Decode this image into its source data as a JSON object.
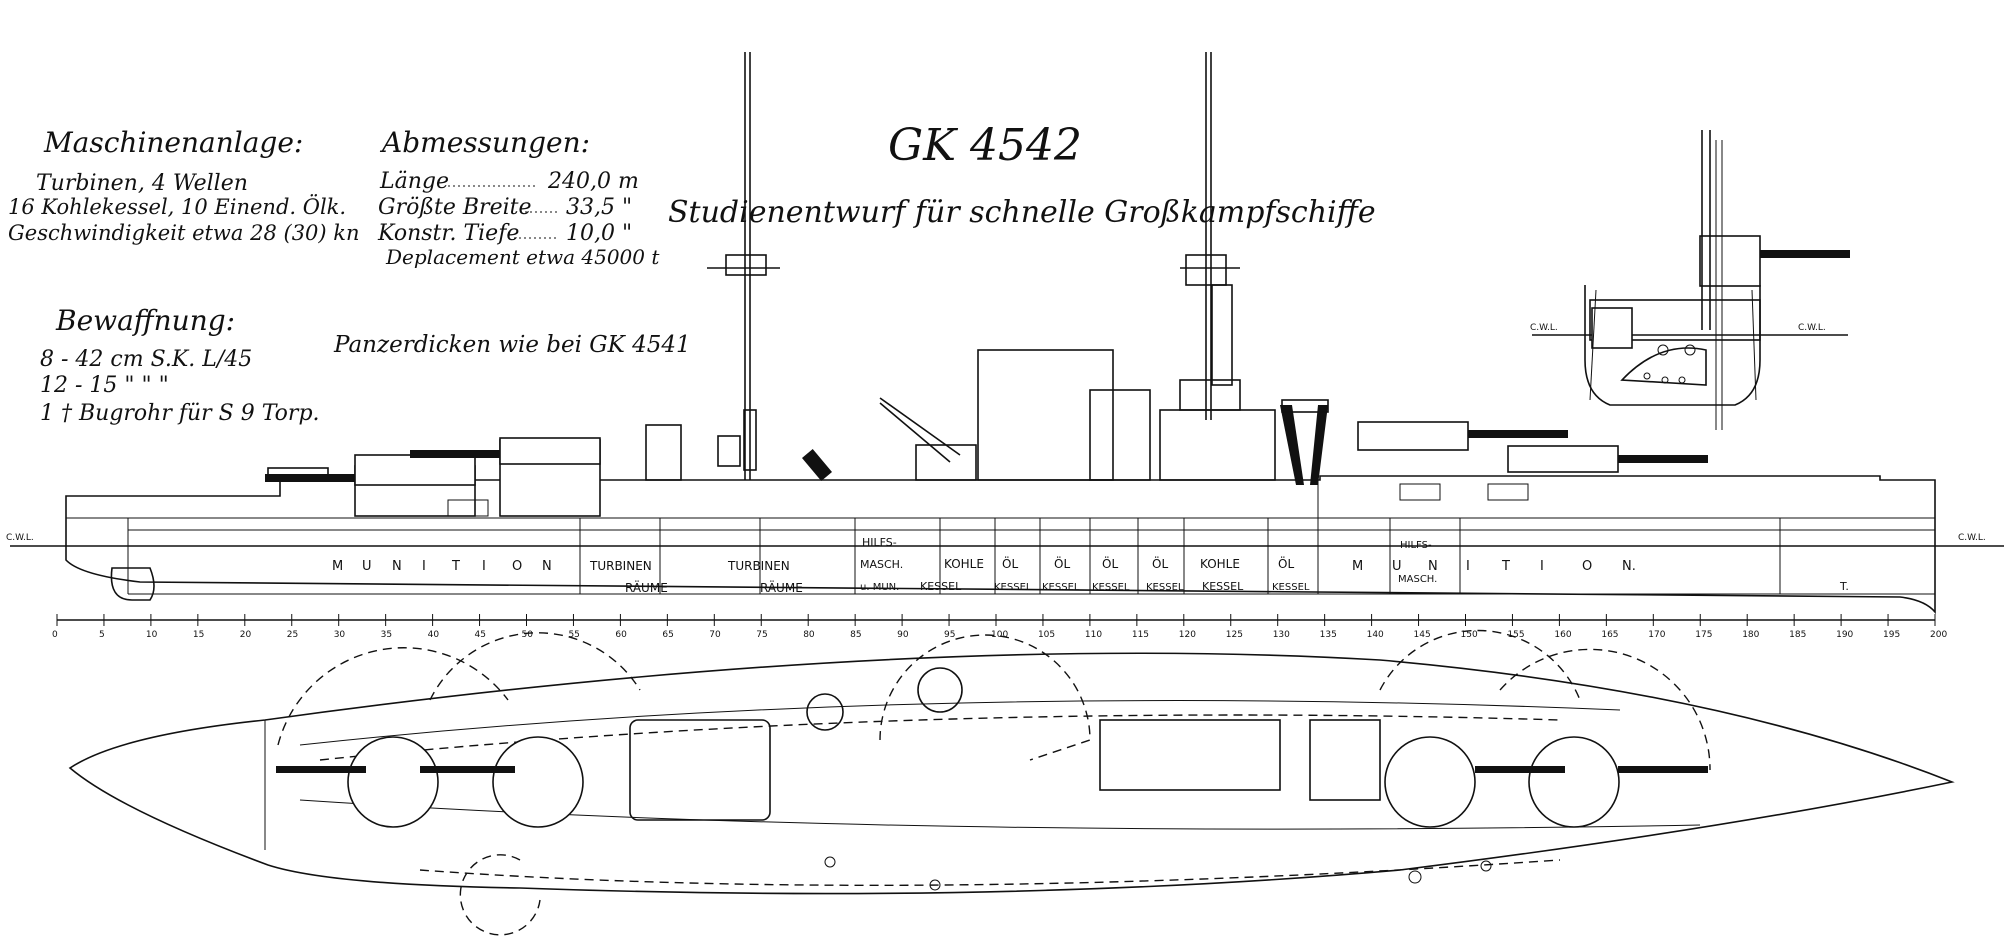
{
  "title": "GK 4542",
  "subtitle": "Studienentwurf für schnelle Großkampfschiffe",
  "machinery": {
    "heading": "Maschinenanlage:",
    "lines": [
      "Turbinen, 4 Wellen",
      "16 Kohlekessel, 10 Einend. Ölk.",
      "Geschwindigkeit etwa 28 (30) kn"
    ]
  },
  "dimensions": {
    "heading": "Abmessungen:",
    "rows": [
      {
        "label": "Länge",
        "value": "240,0 m"
      },
      {
        "label": "Größte Breite",
        "value": "33,5 \""
      },
      {
        "label": "Konstr. Tiefe",
        "value": "10,0 \""
      }
    ],
    "displacement": "Deplacement etwa 45000 t"
  },
  "armament": {
    "heading": "Bewaffnung:",
    "lines": [
      "8 - 42 cm S.K. L/45",
      "12 - 15 \"   \"   \"",
      "1 † Bugrohr für S 9 Torp."
    ]
  },
  "armor_note": "Panzerdicken wie bei GK 4541",
  "waterline_label_left": "C.W.L.",
  "waterline_label_right": "C.W.L.",
  "section_labels": {
    "left": "C.W.L.",
    "right": "C.W.L."
  },
  "compartments": {
    "munition_fore": [
      "M",
      "U",
      "N",
      "I",
      "T",
      "I",
      "O",
      "N"
    ],
    "turbinen": [
      "TURBINEN",
      "TURBINEN"
    ],
    "raume": [
      "RÄUME",
      "RÄUME"
    ],
    "hilfs_masch": [
      "HILFS-",
      "MASCH.",
      "u. MUN."
    ],
    "boilers_top": [
      "KOHLE",
      "ÖL",
      "ÖL",
      "ÖL",
      "ÖL",
      "KOHLE",
      "ÖL"
    ],
    "boilers_bottom": [
      "KESSEL",
      "KESSEL",
      "KESSEL",
      "KESSEL",
      "KESSEL",
      "KESSEL",
      "KESSEL"
    ],
    "hilfs_masch_aft": [
      "HILFS-",
      "MASCH."
    ],
    "munition_aft": [
      "M",
      "U",
      "N",
      "I",
      "T",
      "I",
      "O",
      "N."
    ],
    "torpedo_mark": "T."
  },
  "frame_scale": [
    "0",
    "5",
    "10",
    "15",
    "20",
    "25",
    "30",
    "35",
    "40",
    "45",
    "50",
    "55",
    "60",
    "65",
    "70",
    "75",
    "80",
    "85",
    "90",
    "95",
    "100",
    "105",
    "110",
    "115",
    "120",
    "125",
    "130",
    "135",
    "140",
    "145",
    "150",
    "155",
    "160",
    "165",
    "170",
    "175",
    "180",
    "185",
    "190",
    "195",
    "200"
  ]
}
